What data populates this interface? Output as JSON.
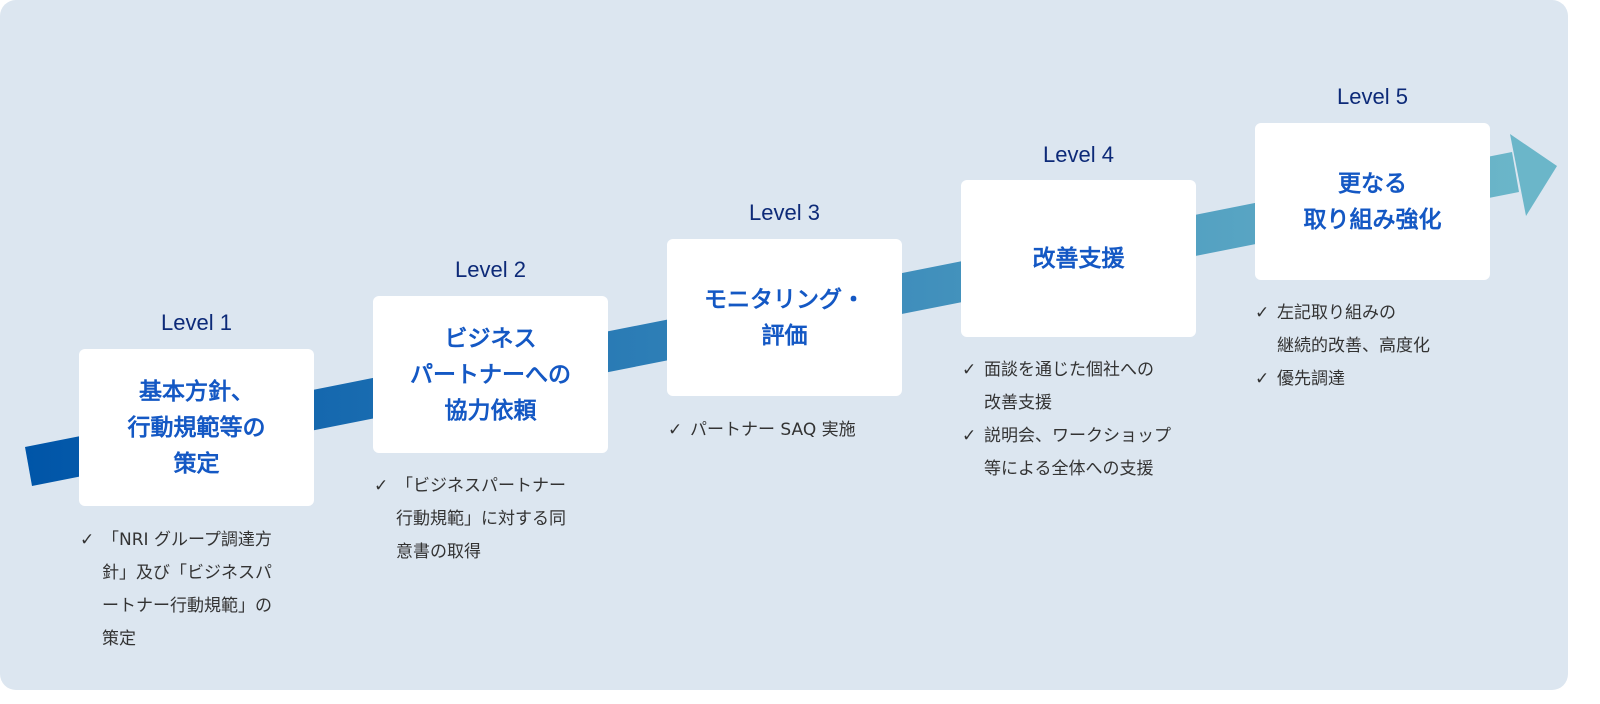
{
  "colors": {
    "arrow_start": "#0055a8",
    "arrow_end": "#6bb6c9",
    "title": "#1458c4",
    "level": "#0d2a78"
  },
  "levels": [
    {
      "label": "Level 1",
      "title": "基本方針、\n行動規範等の\n策定",
      "items": [
        "「NRI グループ調達方\n針」及び「ビジネスパ\nートナー行動規範」の\n策定"
      ]
    },
    {
      "label": "Level 2",
      "title": "ビジネス\nパートナーへの\n協力依頼",
      "items": [
        "「ビジネスパートナー\n行動規範」に対する同\n意書の取得"
      ]
    },
    {
      "label": "Level 3",
      "title": "モニタリング・\n評価",
      "items": [
        "パートナー SAQ 実施"
      ]
    },
    {
      "label": "Level 4",
      "title": "改善支援",
      "items": [
        "面談を通じた個社への\n改善支援",
        "説明会、ワークショップ\n等による全体への支援"
      ]
    },
    {
      "label": "Level 5",
      "title": "更なる\n取り組み強化",
      "items": [
        "左記取り組みの\n継続的改善、高度化",
        "優先調達"
      ]
    }
  ],
  "check_icon": "✓"
}
